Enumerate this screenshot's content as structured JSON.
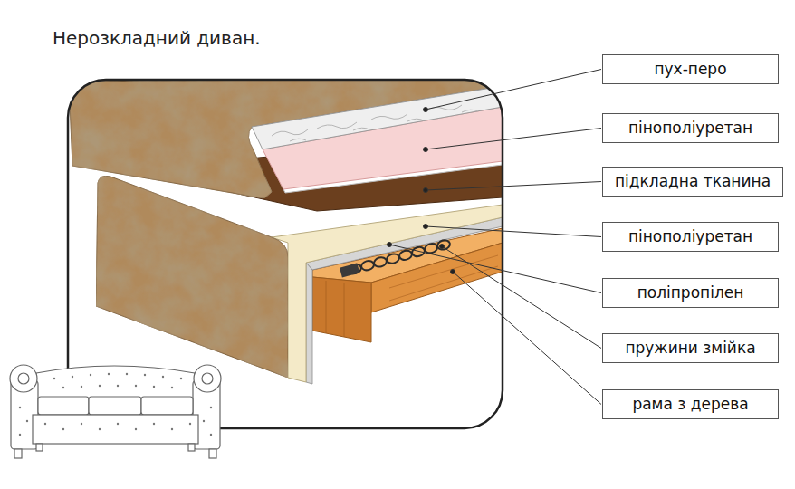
{
  "diagram": {
    "title": "Нерозкладний диван.",
    "nodes": [
      {
        "text": [
          "пух-перо"
        ]
      },
      {
        "text": [
          "пінополіуретан"
        ]
      },
      {
        "text": [
          "підкладна тканина"
        ]
      },
      {
        "text": [
          "пінополіуретан"
        ]
      },
      {
        "text": [
          "поліпропілен"
        ]
      },
      {
        "text": [
          "пружини змійка"
        ]
      },
      {
        "text": [
          "рама з дерева"
        ]
      }
    ]
  }
}
